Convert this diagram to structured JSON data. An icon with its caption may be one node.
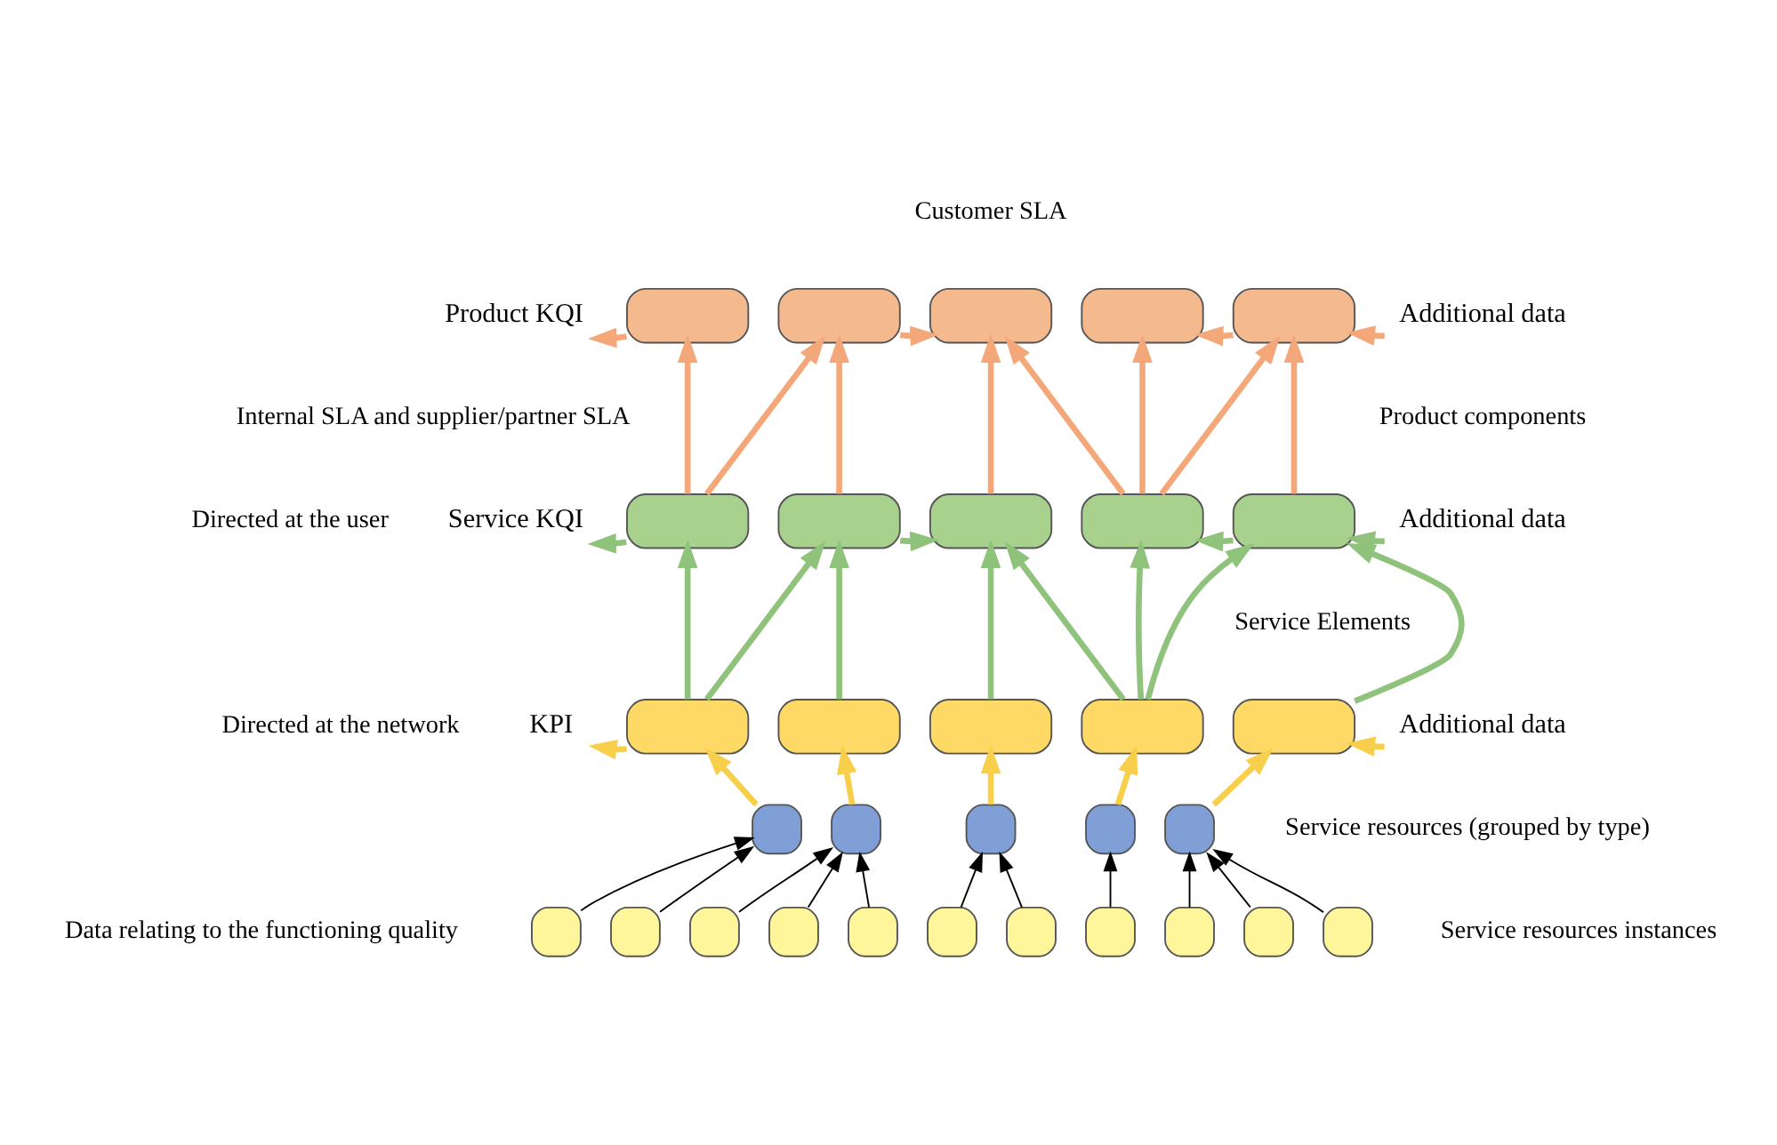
{
  "diagram": {
    "nodes": [
      {
        "text": [
          "Product KQI"
        ]
      },
      {
        "text": [],
        "shape": "box"
      },
      {
        "text": [],
        "shape": "box"
      },
      {
        "text": [],
        "shape": "box"
      },
      {
        "text": [],
        "shape": "box"
      },
      {
        "text": [],
        "shape": "box"
      },
      {
        "text": [
          "Additional data"
        ]
      },
      {
        "text": [
          "Service KQI"
        ]
      },
      {
        "text": [],
        "shape": "box"
      },
      {
        "text": [],
        "shape": "box"
      },
      {
        "text": [],
        "shape": "box"
      },
      {
        "text": [],
        "shape": "box"
      },
      {
        "text": [],
        "shape": "box"
      },
      {
        "text": [
          "Additional data"
        ]
      },
      {
        "text": [
          "KPI"
        ]
      },
      {
        "text": [],
        "shape": "box"
      },
      {
        "text": [],
        "shape": "box"
      },
      {
        "text": [],
        "shape": "box"
      },
      {
        "text": [],
        "shape": "box"
      },
      {
        "text": [],
        "shape": "box"
      },
      {
        "text": [
          "Additional data"
        ]
      },
      {
        "text": [],
        "shape": "box"
      },
      {
        "text": [],
        "shape": "box"
      },
      {
        "text": [],
        "shape": "box"
      },
      {
        "text": [],
        "shape": "box"
      },
      {
        "text": [],
        "shape": "box"
      },
      {
        "text": [],
        "shape": "box"
      },
      {
        "text": [],
        "shape": "box"
      },
      {
        "text": [],
        "shape": "box"
      },
      {
        "text": [],
        "shape": "box"
      },
      {
        "text": [],
        "shape": "box"
      },
      {
        "text": [],
        "shape": "box"
      },
      {
        "text": [],
        "shape": "box"
      },
      {
        "text": [],
        "shape": "box"
      },
      {
        "text": [],
        "shape": "box"
      },
      {
        "text": [],
        "shape": "box"
      },
      {
        "text": [],
        "shape": "box"
      }
    ],
    "edges": [
      {
        "from": 1,
        "to": 0,
        "arrow": "to",
        "color": "#f4a87a"
      },
      {
        "from": 2,
        "to": 3,
        "arrow": "to",
        "color": "#f4a87a"
      },
      {
        "from": 5,
        "to": 4,
        "arrow": "to",
        "color": "#f4a87a"
      },
      {
        "from": 6,
        "to": 5,
        "arrow": "to",
        "color": "#f4a87a"
      },
      {
        "from": 8,
        "to": 1,
        "arrow": "to",
        "color": "#f4a87a"
      },
      {
        "from": 8,
        "to": 2,
        "arrow": "to",
        "color": "#f4a87a"
      },
      {
        "from": 9,
        "to": 2,
        "arrow": "to",
        "color": "#f4a87a"
      },
      {
        "from": 10,
        "to": 3,
        "arrow": "to",
        "color": "#f4a87a"
      },
      {
        "from": 11,
        "to": 3,
        "arrow": "to",
        "color": "#f4a87a"
      },
      {
        "from": 11,
        "to": 4,
        "arrow": "to",
        "color": "#f4a87a"
      },
      {
        "from": 11,
        "to": 5,
        "arrow": "to",
        "color": "#f4a87a"
      },
      {
        "from": 12,
        "to": 5,
        "arrow": "to",
        "color": "#f4a87a"
      },
      {
        "from": 8,
        "to": 7,
        "arrow": "to",
        "color": "#8fc27a"
      },
      {
        "from": 9,
        "to": 10,
        "arrow": "to",
        "color": "#8fc27a"
      },
      {
        "from": 12,
        "to": 11,
        "arrow": "to",
        "color": "#8fc27a"
      },
      {
        "from": 13,
        "to": 12,
        "arrow": "to",
        "color": "#8fc27a"
      },
      {
        "from": 15,
        "to": 8,
        "arrow": "to",
        "color": "#8fc27a"
      },
      {
        "from": 15,
        "to": 9,
        "arrow": "to",
        "color": "#8fc27a"
      },
      {
        "from": 16,
        "to": 9,
        "arrow": "to",
        "color": "#8fc27a"
      },
      {
        "from": 17,
        "to": 10,
        "arrow": "to",
        "color": "#8fc27a"
      },
      {
        "from": 18,
        "to": 10,
        "arrow": "to",
        "color": "#8fc27a"
      },
      {
        "from": 18,
        "to": 11,
        "arrow": "to",
        "color": "#8fc27a"
      },
      {
        "from": 18,
        "to": 12,
        "arrow": "to",
        "color": "#8fc27a"
      },
      {
        "from": 19,
        "to": 12,
        "arrow": "to",
        "color": "#8fc27a"
      },
      {
        "from": 15,
        "to": 14,
        "arrow": "to",
        "color": "#f7cf4a"
      },
      {
        "from": 20,
        "to": 19,
        "arrow": "to",
        "color": "#f7cf4a"
      },
      {
        "from": 21,
        "to": 15,
        "arrow": "to",
        "color": "#f7cf4a"
      },
      {
        "from": 22,
        "to": 16,
        "arrow": "to",
        "color": "#f7cf4a"
      },
      {
        "from": 23,
        "to": 17,
        "arrow": "to",
        "color": "#f7cf4a"
      },
      {
        "from": 24,
        "to": 18,
        "arrow": "to",
        "color": "#f7cf4a"
      },
      {
        "from": 25,
        "to": 19,
        "arrow": "to",
        "color": "#f7cf4a"
      },
      {
        "from": 26,
        "to": 21,
        "arrow": "to",
        "color": "#000000"
      },
      {
        "from": 27,
        "to": 21,
        "arrow": "to",
        "color": "#000000"
      },
      {
        "from": 28,
        "to": 22,
        "arrow": "to",
        "color": "#000000"
      },
      {
        "from": 29,
        "to": 22,
        "arrow": "to",
        "color": "#000000"
      },
      {
        "from": 30,
        "to": 22,
        "arrow": "to",
        "color": "#000000"
      },
      {
        "from": 31,
        "to": 23,
        "arrow": "to",
        "color": "#000000"
      },
      {
        "from": 32,
        "to": 23,
        "arrow": "to",
        "color": "#000000"
      },
      {
        "from": 33,
        "to": 24,
        "arrow": "to",
        "color": "#000000"
      },
      {
        "from": 34,
        "to": 25,
        "arrow": "to",
        "color": "#000000"
      },
      {
        "from": 35,
        "to": 25,
        "arrow": "to",
        "color": "#000000"
      },
      {
        "from": 36,
        "to": 25,
        "arrow": "to",
        "color": "#000000"
      }
    ],
    "labels": [
      "Customer SLA",
      "Directed at the user",
      "Internal SLA and supplier/partner SLA",
      "Product components",
      "Service Elements",
      "Directed at the network",
      "Service resources (grouped by type)",
      "Data relating to the functioning quality",
      "Service resources instances"
    ]
  }
}
